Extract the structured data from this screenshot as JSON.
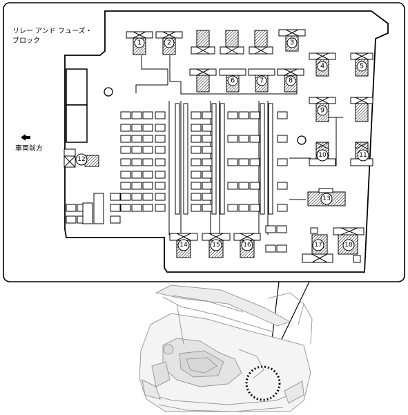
{
  "title_lines": [
    "リレー アンド フューズ・",
    "ブロック"
  ],
  "front_label": "車両前方",
  "components": [
    "1",
    "2",
    "3",
    "4",
    "5",
    "6",
    "7",
    "8",
    "9",
    "10",
    "11",
    "12",
    "13",
    "14",
    "15",
    "16",
    "17",
    "18"
  ]
}
